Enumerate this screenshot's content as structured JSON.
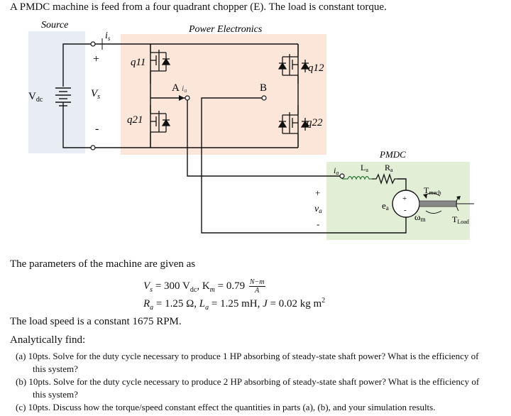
{
  "title": "A PMDC machine is feed from a four quadrant chopper (E). The load is constant torque.",
  "diagram": {
    "source_label": "Source",
    "power_electronics_label": "Power Electronics",
    "vdc_label": "V",
    "vdc_sub": "dc",
    "is_label": "i",
    "is_sub": "s",
    "vs_plus": "+",
    "vs_label": "V",
    "vs_sub": "s",
    "vs_minus": "-",
    "q11": "q11",
    "q21": "q21",
    "q12": "q12",
    "q22": "q22",
    "node_a": "A",
    "ia_label": "i",
    "ia_sub": "a",
    "node_b": "B",
    "pmdc_label": "PMDC",
    "ia_motor_label": "i",
    "ia_motor_sub": "a",
    "la_label": "L",
    "la_sub": "a",
    "ra_label": "R",
    "ra_sub": "a",
    "va_plus": "+",
    "va_label": "v",
    "va_sub": "a",
    "va_minus": "-",
    "ea_label": "e",
    "ea_sub": "a",
    "tmech_label": "T",
    "tmech_sub": "mech",
    "omega_label": "ω",
    "omega_sub": "m",
    "tload_label": "T",
    "tload_sub": "Load",
    "colors": {
      "source_bg": "#e8edf3",
      "pe_bg": "#fbe6d9",
      "pmdc_bg": "#e3eed6",
      "wire": "#111111"
    }
  },
  "text": {
    "params_intro": "The parameters of the machine are given as",
    "eq1_vs": "V",
    "eq1_vs_sub": "s",
    "eq1_mid": " = 300 V",
    "eq1_vdc_sub": "dc",
    "eq1_km": ", K",
    "eq1_km_sub": "m",
    "eq1_val": " = 0.79 ",
    "eq1_frac_num": "N−m",
    "eq1_frac_den": "A",
    "eq2_ra": "R",
    "eq2_ra_sub": "a",
    "eq2_a": " = 1.25 Ω, ",
    "eq2_la": "L",
    "eq2_la_sub": "a",
    "eq2_b": " = 1.25 mH, ",
    "eq2_j": "J",
    "eq2_c": " = 0.02 kg m",
    "eq2_sup": "2",
    "speed": "The load speed is a constant 1675 RPM.",
    "find": "Analytically find:",
    "qa_line1": "(a)  10pts.  Solve for the duty cycle necessary to produce 1 HP absorbing of steady-state shaft power? What is the efficiency of",
    "qa_line2": "this system?",
    "qb_line1": "(b)  10pts.  Solve for the duty cycle necessary to produce 2 HP absorbing of steady-state shaft power? What is the efficiency of",
    "qb_line2": "this system?",
    "qc_line1": "(c)  10pts.  Discuss how the torque/speed constant effect the quantities in parts (a), (b), and your simulation results."
  }
}
